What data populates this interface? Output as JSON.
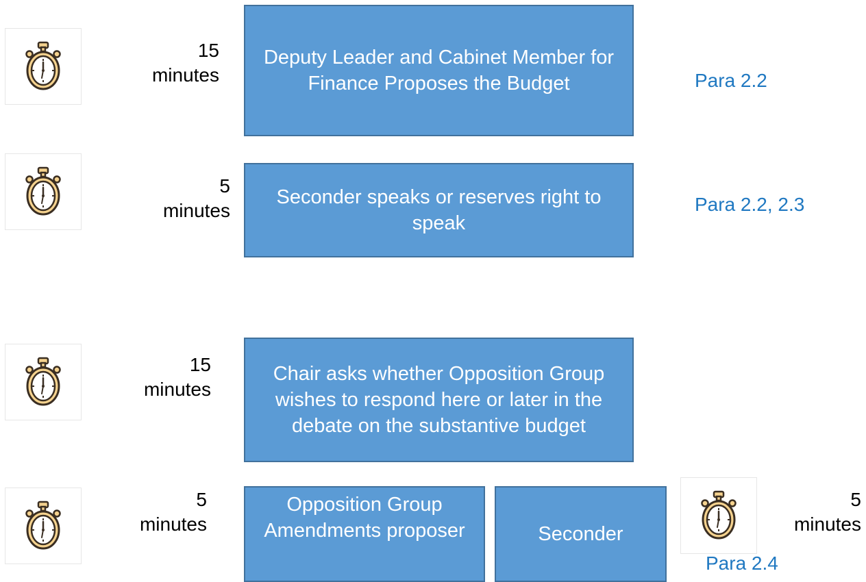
{
  "steps": [
    {
      "duration_value": "15",
      "duration_unit": "minutes",
      "box_text": "Deputy Leader and Cabinet Member for Finance Proposes the Budget",
      "para_ref": "Para 2.2"
    },
    {
      "duration_value": "5",
      "duration_unit": "minutes",
      "box_text": "Seconder speaks or reserves right to speak",
      "para_ref": "Para 2.2, 2.3"
    },
    {
      "duration_value": "15",
      "duration_unit": "minutes",
      "box_text": "Chair asks whether Opposition Group wishes to respond here or later in the debate on the substantive budget"
    },
    {
      "duration_value": "5",
      "duration_unit": "minutes",
      "box_text": "Opposition Group Amendments proposer"
    }
  ],
  "seconder_step": {
    "box_text": "Seconder",
    "duration_value": "5",
    "duration_unit": "minutes",
    "para_ref": "Para 2.4"
  },
  "colors": {
    "box_fill": "#5b9bd5",
    "box_border": "#41719c",
    "box_text": "#ffffff",
    "para_text": "#1f78c1",
    "timer_body": "#f5d28e",
    "timer_outline": "#3a2e22"
  },
  "icons": [
    "stopwatch-icon"
  ]
}
